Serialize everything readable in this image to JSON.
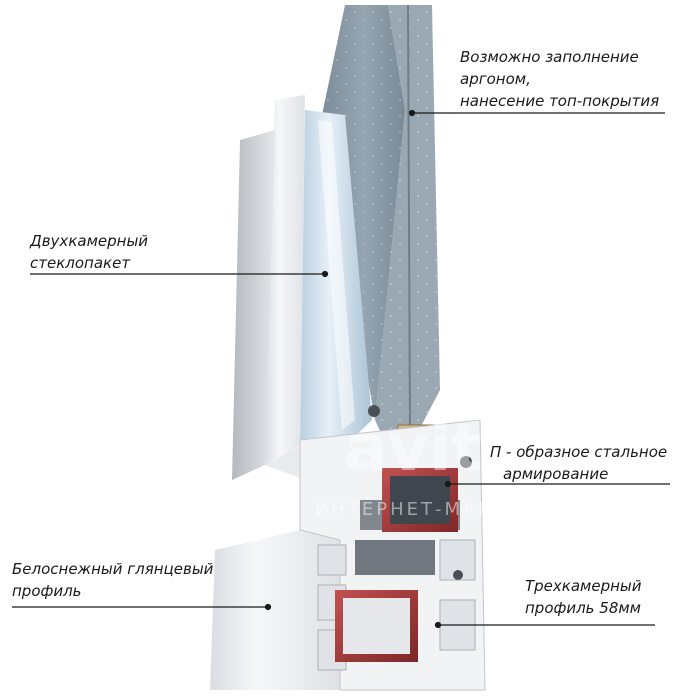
{
  "callouts": [
    {
      "id": "glazing-fill",
      "lines": [
        "Возможно заполнение",
        "аргоном,",
        "нанесение топ-покрытия"
      ]
    },
    {
      "id": "double-glazing",
      "lines": [
        "Двухкамерный",
        "стеклопакет"
      ]
    },
    {
      "id": "steel-reinforcement",
      "lines": [
        "П - образное стальное",
        "армирование"
      ]
    },
    {
      "id": "glossy-profile",
      "lines": [
        "Белоснежный глянцевый",
        "профиль"
      ]
    },
    {
      "id": "three-chamber-profile",
      "lines": [
        "Трехкамерный",
        "профиль 58мм"
      ]
    }
  ],
  "watermark": {
    "logo": "avito",
    "tagline": "ИНТЕРНЕТ-МАГАЗИН"
  },
  "colors": {
    "glass": "#8c9aa6",
    "glass_light": "#c7d6e2",
    "frame": "#eef0f2",
    "frame_shadow": "#b8bcc2",
    "steel": "#a23a3a",
    "leader_line": "#1a1a1a"
  }
}
